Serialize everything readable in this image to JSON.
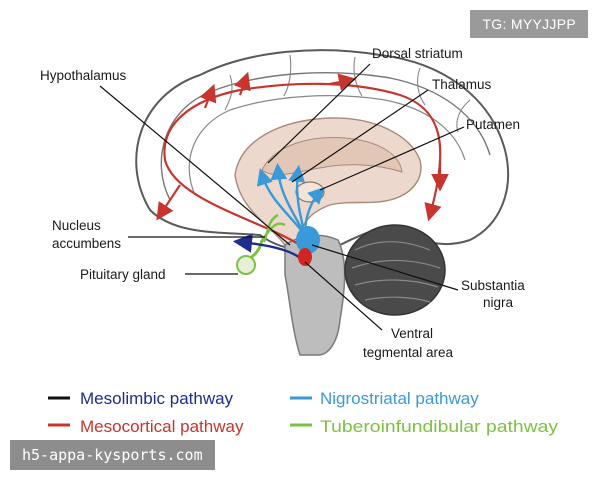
{
  "watermark_top": "TG: MYYJJPP",
  "watermark_bottom": "h5-appa-kysports.com",
  "labels": {
    "dorsal_striatum": "Dorsal striatum",
    "hypothalamus": "Hypothalamus",
    "thalamus": "Thalamus",
    "putamen": "Putamen",
    "nucleus": "Nucleus",
    "accumbens": "accumbens",
    "pituitary": "Pituitary gland",
    "substantia": "Substantia",
    "nigra": "nigra",
    "ventral": "Ventral",
    "tegmental": "tegmental area"
  },
  "legend": [
    {
      "name": "Mesolimbic pathway",
      "color": "#1f2d8c"
    },
    {
      "name": "Nigrostriatal pathway",
      "color": "#3a9ad9"
    },
    {
      "name": "Mesocortical pathway",
      "color": "#c8352e"
    },
    {
      "name": "Tuberoinfundibular pathway",
      "color": "#7cc142"
    }
  ],
  "colors": {
    "brain_outline": "#5a5a5a",
    "cortex_fill": "#ffffff",
    "inner_fill": "#ecd8cc",
    "brainstem_fill": "#bdbdbd",
    "cerebellum_fill": "#4a4a4a",
    "vta_dot": "#d32424"
  }
}
